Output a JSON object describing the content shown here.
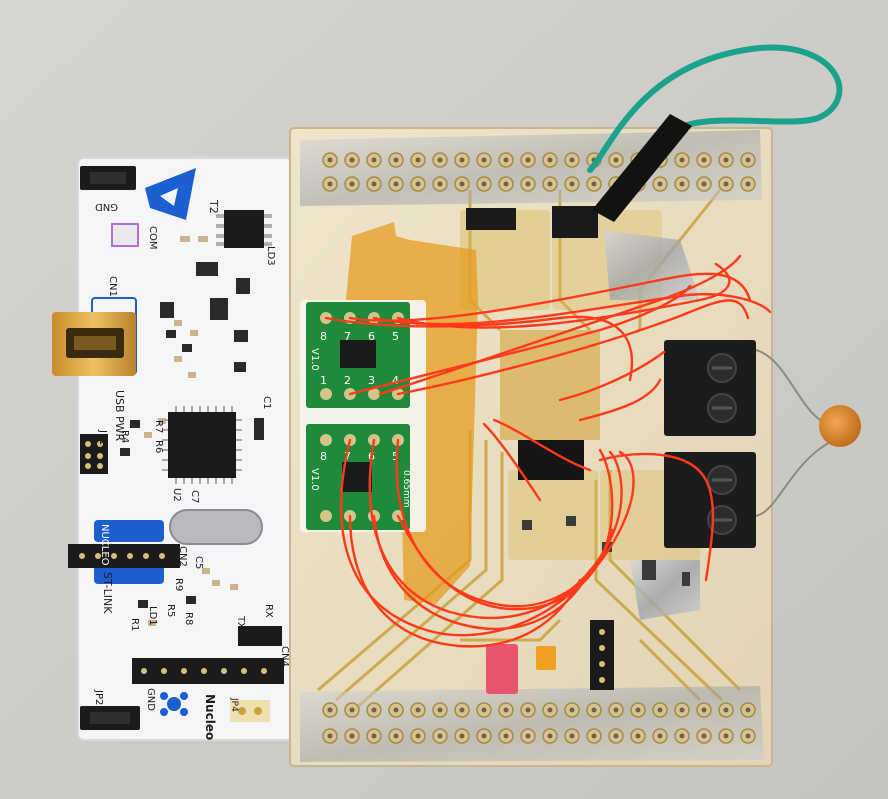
{
  "colors": {
    "background": "#cfcdca",
    "nucleo_board": "#f4f5f7",
    "nucleo_blue": "#1c5fd0",
    "protoboard": "#e8dcc0",
    "solder": "#b8bcc0",
    "copper_trace": "#c8a23a",
    "kapton_tape": "#e59a1a",
    "wire_red": "#ff3a1a",
    "wire_green": "#1aa38a",
    "adapter_green": "#1e8a3a",
    "terminal_black": "#1c1c1c",
    "capacitor": "#d98a2a"
  },
  "nucleo": {
    "name": "Nucleo",
    "labels": [
      "GND",
      "T2",
      "LD3",
      "COM",
      "CN1",
      "USB",
      "PWR",
      "JP1",
      "R4",
      "R6",
      "R7",
      "C1",
      "U2",
      "C7",
      "NUCLEO",
      "ST-LINK",
      "CN2",
      "R9",
      "C5",
      "LD1",
      "R1",
      "R5",
      "R8",
      "RX",
      "TX",
      "CN4",
      "GND",
      "JP2",
      "JP4"
    ]
  },
  "adapters": {
    "top_pins": [
      "8",
      "7",
      "6",
      "5"
    ],
    "bottom_pins": [
      "1",
      "2",
      "3",
      "4"
    ],
    "version": "V1.0",
    "pitch": "0.65mm"
  },
  "icons": {
    "st_logo": "st-logo-icon",
    "nucleo_logo": "nucleo-logo-icon"
  }
}
